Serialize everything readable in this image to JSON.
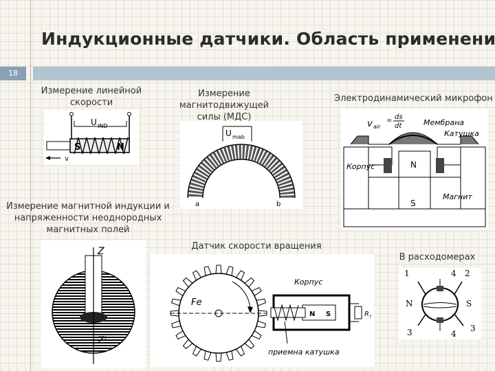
{
  "slide": {
    "title": "Индукционные датчики. Область применения",
    "number": "18"
  },
  "labels": {
    "linear": [
      "Измерение линейной",
      "скорости"
    ],
    "mds": [
      "Измерение магнитодвижущей",
      "силы (МДС)"
    ],
    "mic": "Электродинамический микрофон",
    "induction": [
      "Измерение магнитной индукции и",
      "напряженности неоднородных",
      "магнитных полей"
    ],
    "rotation": "Датчик скорости вращения",
    "flow": "В расходомерах"
  },
  "fig_linear": {
    "u": "U",
    "sub": "IND",
    "s": "S",
    "n": "N",
    "v": "v"
  },
  "fig_mds": {
    "u": "U",
    "sub": "mab",
    "a": "a",
    "b": "b"
  },
  "fig_mic": {
    "v": "v",
    "vsub": "air",
    "ds": "ds",
    "dt": "dt",
    "membrane": "Мембрана",
    "coil": "Катушка",
    "body": "Корпус",
    "n": "N",
    "s": "S",
    "magnet": "Магнит"
  },
  "fig_induction": {
    "z": "Z",
    "z2": "Z'"
  },
  "fig_rotation": {
    "fe": "Fe",
    "body": "Корпус",
    "n": "N",
    "s": "S",
    "r": "R",
    "rsub": "l",
    "coil": "приемна катушка"
  },
  "fig_flow": {
    "n1": "1",
    "n4": "4",
    "n2": "2",
    "nN": "N",
    "nS": "S",
    "n3": "3",
    "n3b": "3",
    "n4b": "4"
  }
}
